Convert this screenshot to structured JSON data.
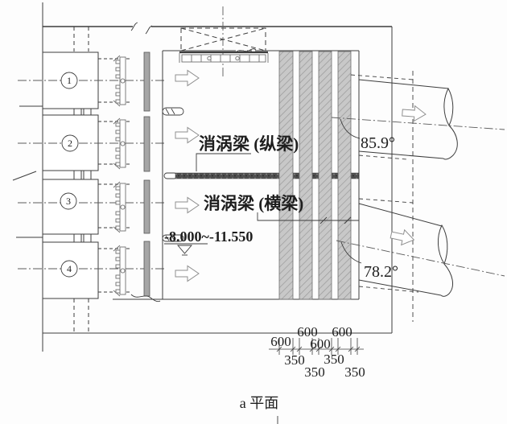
{
  "drawing": {
    "caption": "a 平面",
    "bays": [
      {
        "number": "1"
      },
      {
        "number": "2"
      },
      {
        "number": "3"
      },
      {
        "number": "4"
      }
    ],
    "labels": {
      "longitudinal_beam": "消涡梁 (纵梁)",
      "transverse_beam": "消涡梁 (横梁)",
      "elevation_range": "-8.000~-11.550",
      "angle_upper": "85.9°",
      "angle_lower": "78.2°"
    },
    "dimensions": {
      "d600": [
        "600",
        "600",
        "600",
        "600"
      ],
      "d350": [
        "350",
        "350",
        "350",
        "350"
      ]
    },
    "colors": {
      "ink": "#3d3d3d",
      "hatch_fill": "#c8c8c8",
      "gate_slot_fill": "#a6a6a6",
      "beam_speckle_fill": "#4f4f4f"
    }
  }
}
